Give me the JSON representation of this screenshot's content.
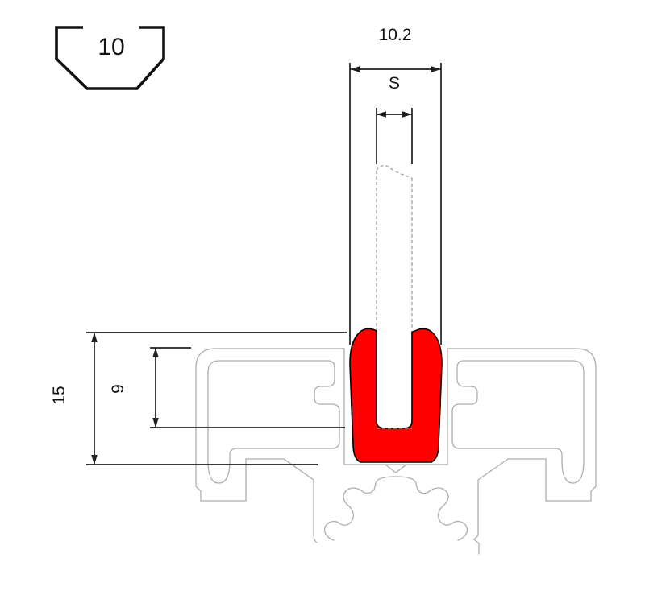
{
  "drawing": {
    "groove_symbol": {
      "label": "10"
    },
    "dimensions": {
      "gasket_outer_width": "10.2",
      "panel_thickness": "S",
      "inner_depth": "9",
      "overall_height": "15"
    },
    "colors": {
      "gasket_fill": "#ff0000",
      "gasket_outline": "#000000",
      "profile_line": "#adadad",
      "dimension_line": "#1f1f1f",
      "panel_dashed_line": "#9a9a9a",
      "symbol_line": "#111111",
      "background": "#ffffff"
    }
  }
}
